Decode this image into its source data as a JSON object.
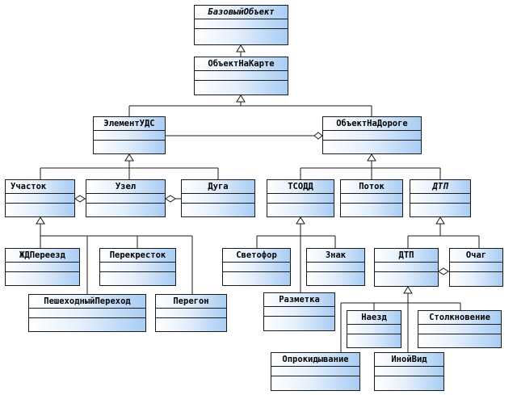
{
  "classes": {
    "base": "БазовыйОбъект",
    "map_object": "ОбъектНаКарте",
    "uds_element": "ЭлементУДС",
    "road_object": "ОбъектНаДороге",
    "section": "Участок",
    "node": "Узел",
    "arc": "Дуга",
    "tsodd": "ТСОДД",
    "flow": "Поток",
    "dtp_abstract": "ДТП",
    "railway_crossing": "ЖДПереезд",
    "intersection": "Перекресток",
    "pedestrian_crossing": "ПешеходныйПереход",
    "stretch": "Перегон",
    "traffic_light": "Светофор",
    "sign": "Знак",
    "marking": "Разметка",
    "dtp": "ДТП",
    "hotspot": "Очаг",
    "hit": "Наезд",
    "collision": "Столкновение",
    "rollover": "Опрокидывание",
    "other_type": "ИнойВид"
  }
}
